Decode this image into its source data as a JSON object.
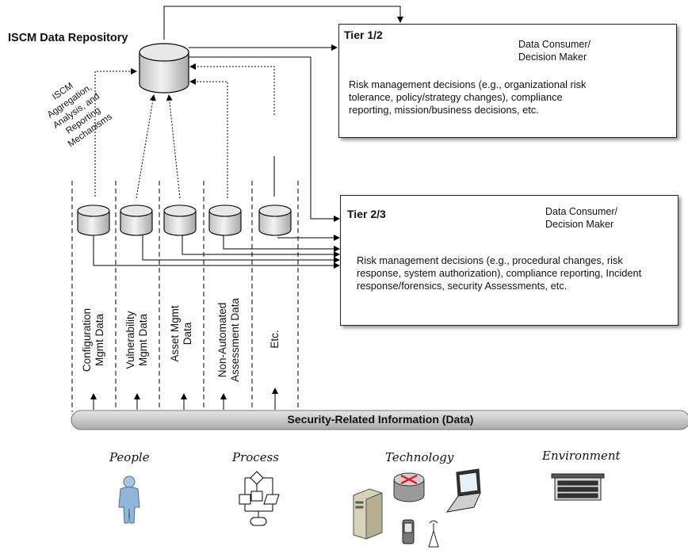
{
  "repository": {
    "title": "ISCM Data Repository"
  },
  "mechanisms": {
    "label_lines": [
      "ISCM",
      "Aggregation,",
      "Analysis, and",
      "Reporting",
      "Mechanisms"
    ]
  },
  "tier12": {
    "title": "Tier 1/2",
    "consumer_lines": [
      "Data Consumer/",
      "Decision Maker"
    ],
    "description": "Risk management decisions (e.g., organizational risk tolerance, policy/strategy changes), compliance reporting, mission/business decisions, etc."
  },
  "tier23": {
    "title": "Tier 2/3",
    "consumer_lines": [
      "Data Consumer/",
      "Decision Maker"
    ],
    "description": "Risk management decisions (e.g., procedural changes, risk response, system authorization), compliance reporting, Incident response/forensics, security Assessments, etc."
  },
  "data_columns": [
    {
      "lines": [
        "Configuration",
        "Mgmt Data"
      ]
    },
    {
      "lines": [
        "Vulnerability",
        "Mgmt Data"
      ]
    },
    {
      "lines": [
        "Asset Mgmt",
        "Data"
      ]
    },
    {
      "lines": [
        "Non-Automated",
        "Assessment Data"
      ]
    },
    {
      "lines": [
        "Etc."
      ]
    }
  ],
  "info_bar": {
    "label": "Security-Related Information (Data)"
  },
  "categories": {
    "people": "People",
    "process": "Process",
    "technology": "Technology",
    "environment": "Environment"
  },
  "colors": {
    "bar": "#c8c8c8",
    "db": "#d9d9d9",
    "person": "#8fb6d8"
  },
  "icons": [
    "database-icon",
    "decision-maker-icon",
    "person-icon",
    "flowchart-icon",
    "server-icon",
    "router-icon",
    "laptop-icon",
    "pda-icon",
    "antenna-icon",
    "building-icon"
  ]
}
